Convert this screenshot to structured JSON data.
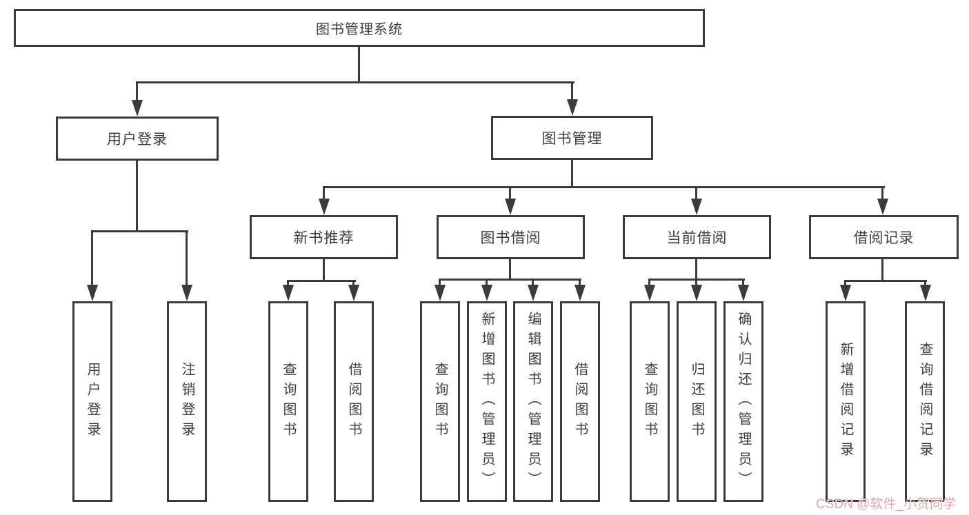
{
  "tree": {
    "root": {
      "label": "图书管理系统",
      "children": [
        {
          "label": "用户登录",
          "children": [
            {
              "label": "用户登录"
            },
            {
              "label": "注销登录"
            }
          ]
        },
        {
          "label": "图书管理",
          "children": [
            {
              "label": "新书推荐",
              "children": [
                {
                  "label": "查询图书"
                },
                {
                  "label": "借阅图书"
                }
              ]
            },
            {
              "label": "图书借阅",
              "children": [
                {
                  "label": "查询图书"
                },
                {
                  "label": "新增图书（管理员）"
                },
                {
                  "label": "编辑图书（管理员）"
                },
                {
                  "label": "借阅图书"
                }
              ]
            },
            {
              "label": "当前借阅",
              "children": [
                {
                  "label": "查询图书"
                },
                {
                  "label": "归还图书"
                },
                {
                  "label": "确认归还（管理员）"
                }
              ]
            },
            {
              "label": "借阅记录",
              "children": [
                {
                  "label": "新增借阅记录"
                },
                {
                  "label": "查询借阅记录"
                }
              ]
            }
          ]
        }
      ]
    }
  },
  "watermark": "CSDN @软件_小贺同学",
  "colors": {
    "line": "#3b3b3b",
    "box_border": "#3a3a3a",
    "text": "#3d3d3d",
    "background": "#ffffff",
    "watermark": "#e2a7a7"
  }
}
